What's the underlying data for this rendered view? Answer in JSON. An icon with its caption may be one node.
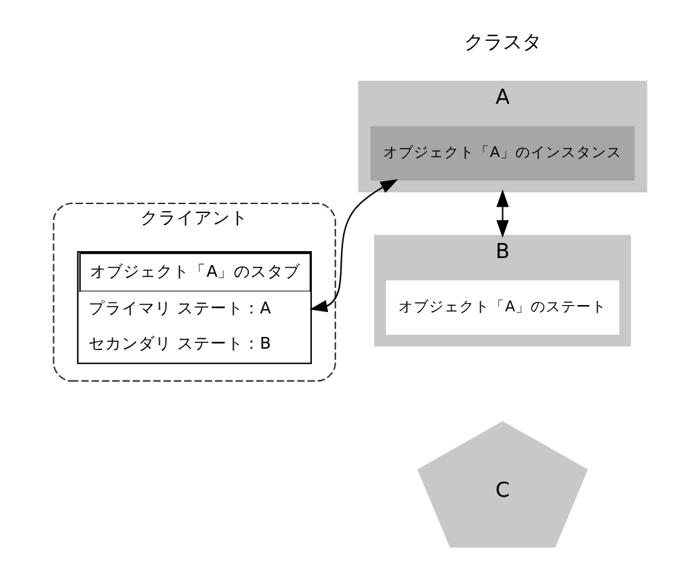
{
  "diagram": {
    "nodes": [
      {
        "text": [
          "クライアント"
        ]
      },
      {
        "text": [
          "オブジェクト「A」のスタブ",
          "プライマリ ステート：A",
          "セカンダリ ステート：B"
        ],
        "in": 0
      },
      {
        "text": [
          "A"
        ]
      },
      {
        "text": [
          "オブジェクト「A」のインスタンス"
        ],
        "in": 2
      },
      {
        "text": [
          "B"
        ]
      },
      {
        "text": [
          "オブジェクト「A」のステート"
        ],
        "in": 4
      },
      {
        "text": [
          "C"
        ]
      }
    ],
    "edges": [
      {
        "from": 1,
        "to": 3,
        "arrow": "both"
      },
      {
        "from": 2,
        "to": 4,
        "arrow": "both"
      }
    ],
    "labels": [
      "クラスタ"
    ]
  }
}
